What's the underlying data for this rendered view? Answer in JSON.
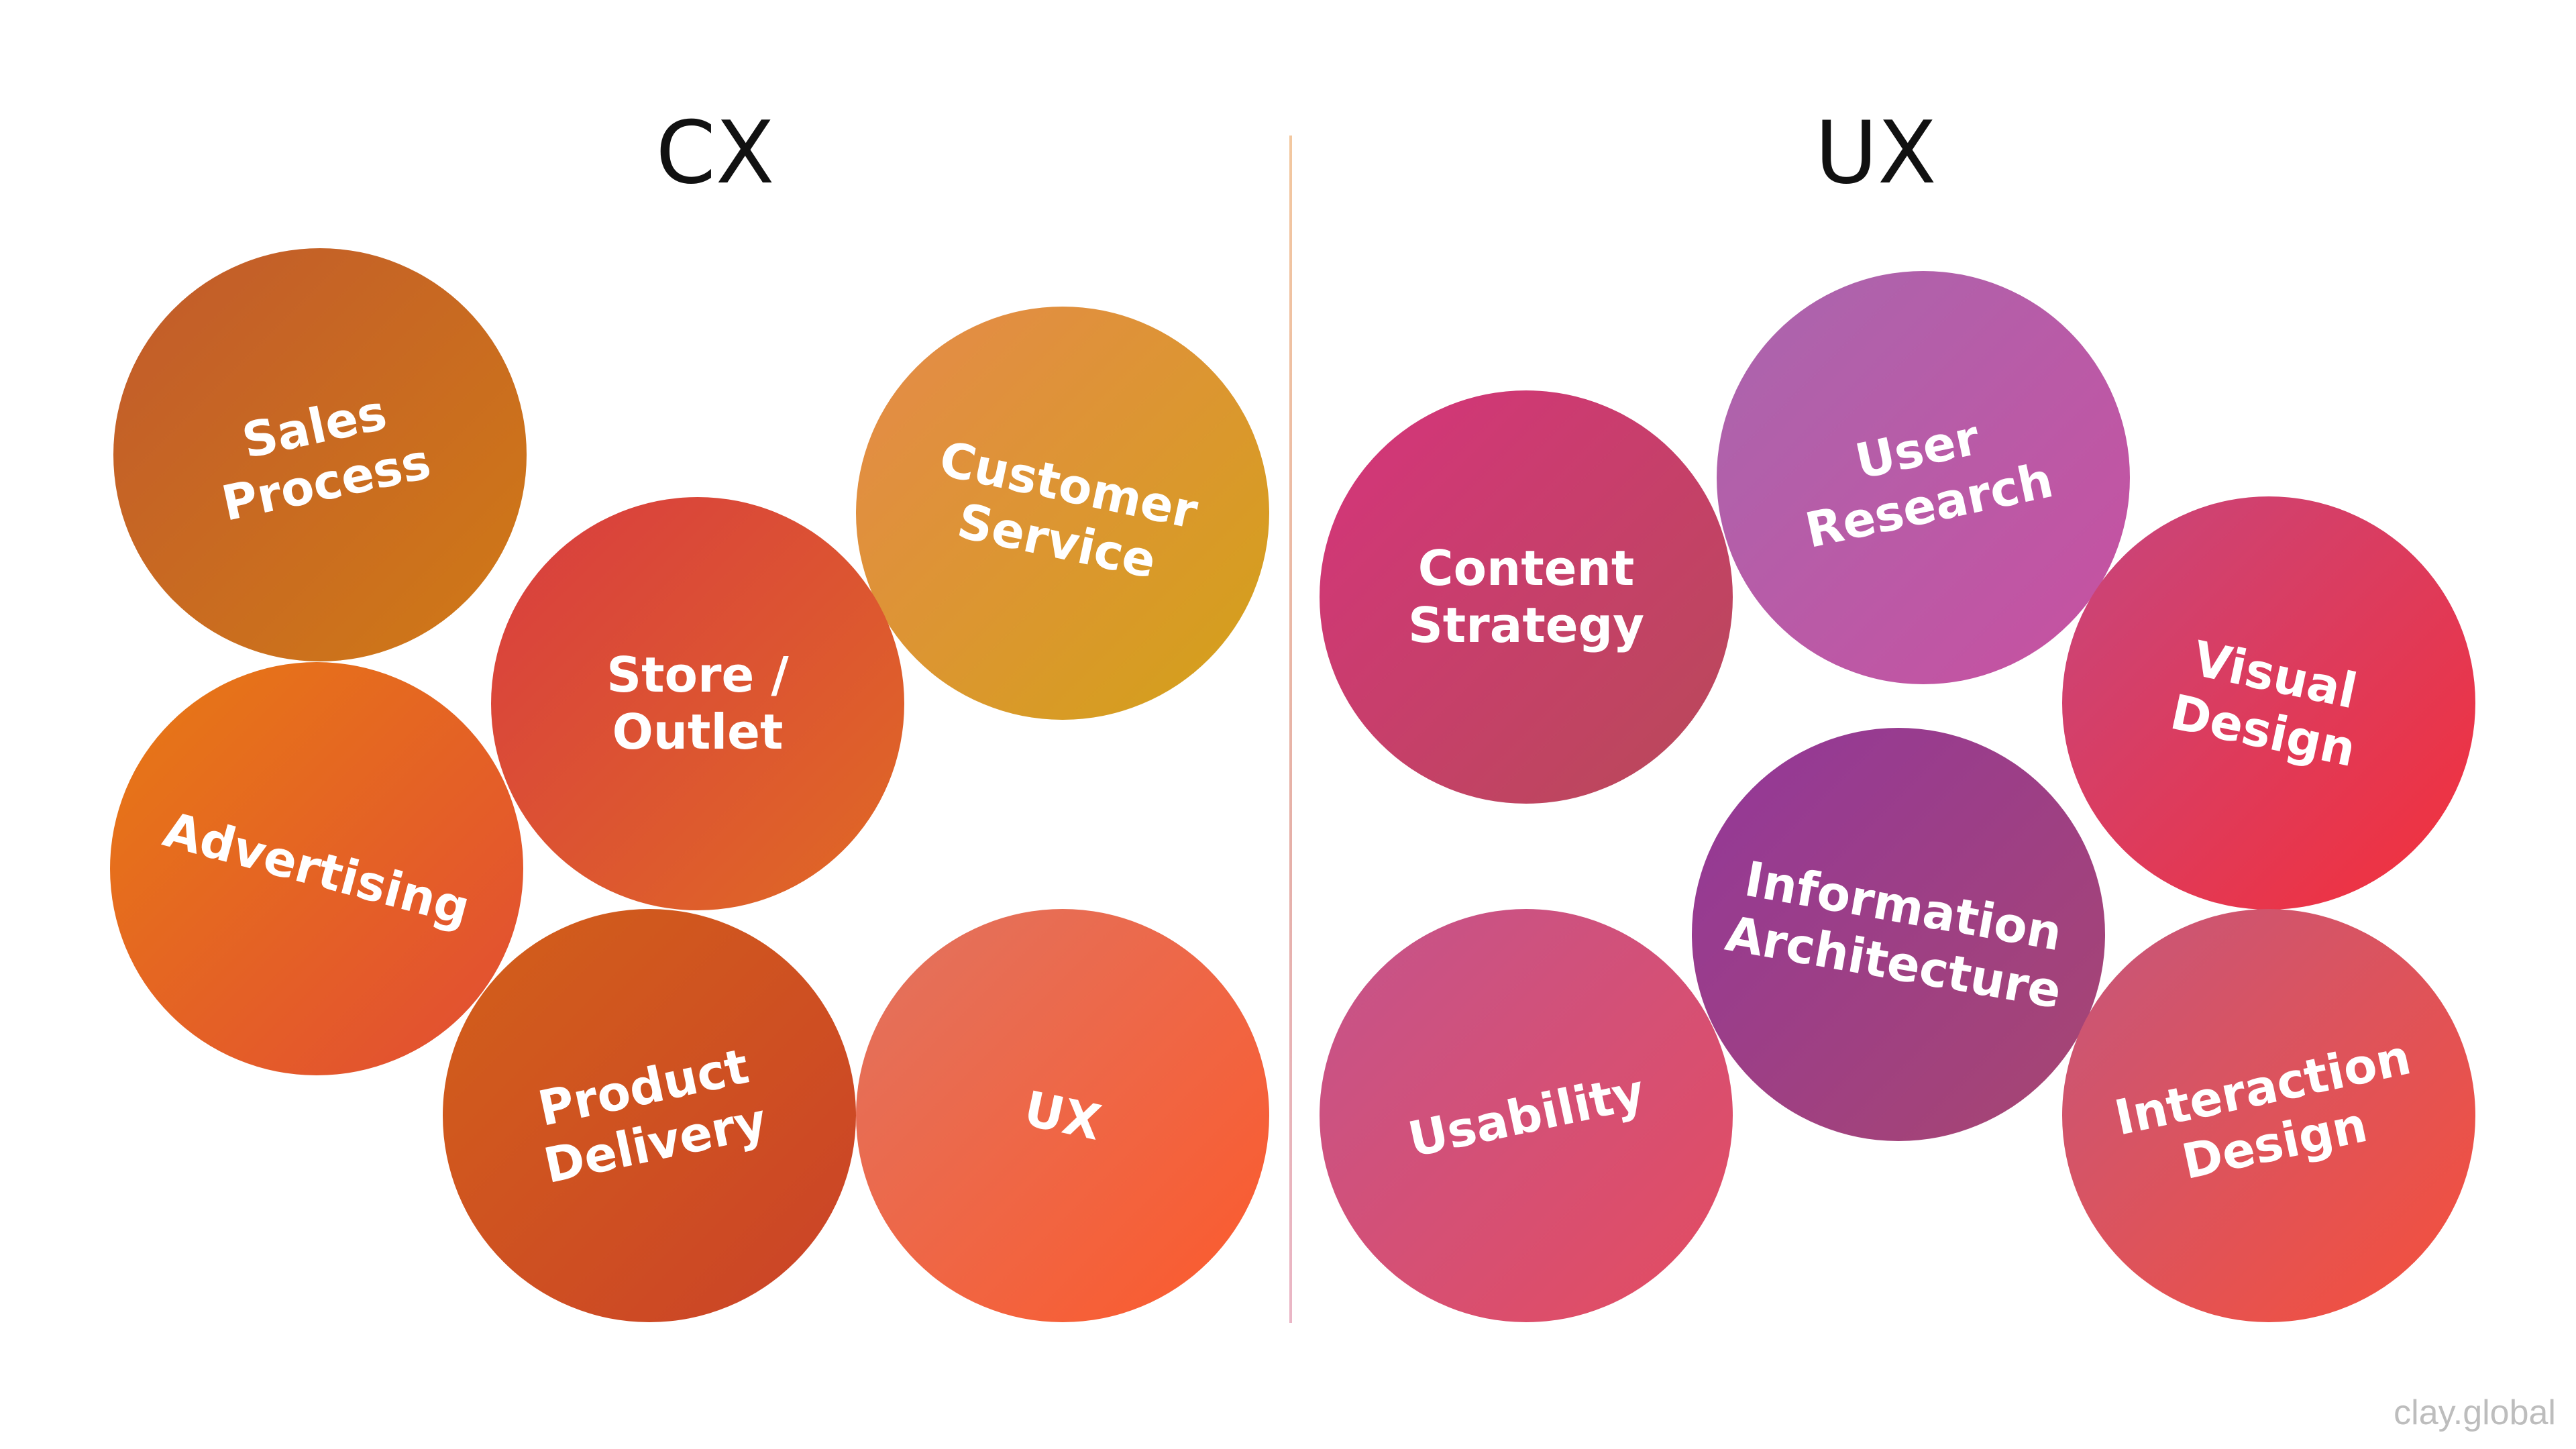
{
  "headings": {
    "cx": "CX",
    "ux": "UX"
  },
  "cx_items": [
    {
      "label": "Sales\nProcess",
      "color_a": "#c15a2c",
      "color_b": "#d07a16"
    },
    {
      "label": "Customer\nService",
      "color_a": "#e58a4b",
      "color_b": "#d3a118"
    },
    {
      "label": "Store /\nOutlet",
      "color_a": "#d83c40",
      "color_b": "#e06a24"
    },
    {
      "label": "Advertising",
      "color_a": "#e77a14",
      "color_b": "#e24c34"
    },
    {
      "label": "Product\nDelivery",
      "color_a": "#d2601a",
      "color_b": "#cb4228"
    },
    {
      "label": "UX",
      "color_a": "#e17360",
      "color_b": "#fc5a2c"
    }
  ],
  "ux_items": [
    {
      "label": "Content\nStrategy",
      "color_a": "#d5347c",
      "color_b": "#b84a58"
    },
    {
      "label": "User\nResearch",
      "color_a": "#a966ae",
      "color_b": "#c850a0"
    },
    {
      "label": "Visual\nDesign",
      "color_a": "#c6467e",
      "color_b": "#f4303a"
    },
    {
      "label": "Information\nArchitecture",
      "color_a": "#92389a",
      "color_b": "#a84670"
    },
    {
      "label": "Usability",
      "color_a": "#c4548c",
      "color_b": "#e44c60"
    },
    {
      "label": "Interaction\nDesign",
      "color_a": "#c5567c",
      "color_b": "#f6503a"
    }
  ],
  "brand": "clay.global"
}
